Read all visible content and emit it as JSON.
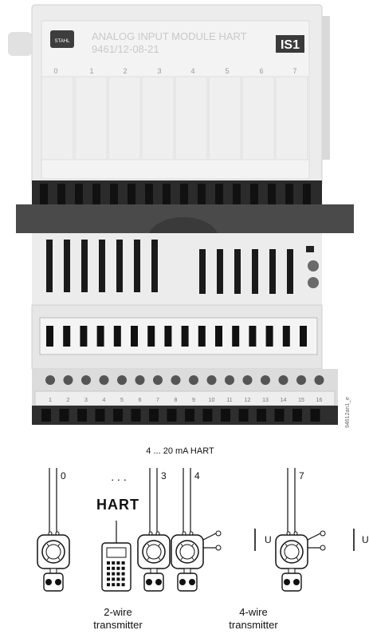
{
  "device": {
    "title_line1": "ANALOG INPUT MODULE HART",
    "title_line2": "9461/12-08-21",
    "brand_left": "STAHL",
    "brand_right": "IS1",
    "channel_numbers": [
      "0",
      "1",
      "2",
      "3",
      "4",
      "5",
      "6",
      "7"
    ],
    "terminal_numbers": [
      "1",
      "2",
      "3",
      "4",
      "5",
      "6",
      "7",
      "8",
      "9",
      "10",
      "11",
      "12",
      "13",
      "14",
      "15",
      "16"
    ],
    "side_code": "94612an1_e"
  },
  "diagram": {
    "signal_label": "4 ... 20 mA HART",
    "channels_shown": [
      "0",
      "3",
      "4",
      "7"
    ],
    "ellipsis": ". . .",
    "hart_label": "HART",
    "u_label": "U",
    "two_wire_label_line1": "2-wire",
    "two_wire_label_line2": "transmitter",
    "four_wire_label_line1": "4-wire",
    "four_wire_label_line2": "transmitter"
  }
}
